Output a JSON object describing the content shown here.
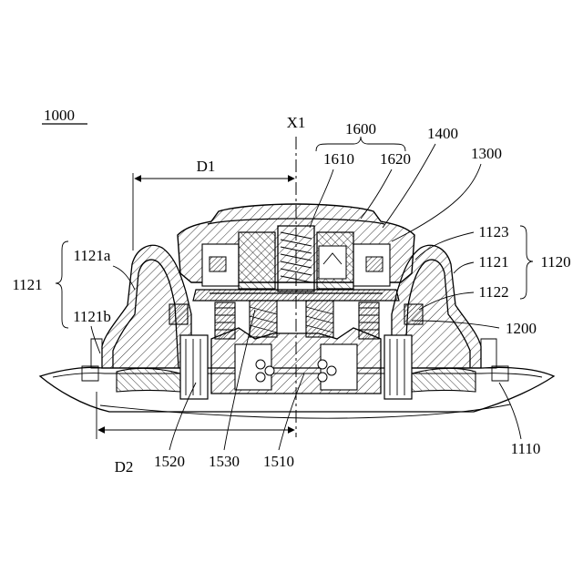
{
  "figure": {
    "assembly_ref": "1000",
    "axis_label": "X1",
    "dimensions": {
      "d1": "D1",
      "d2": "D2"
    },
    "labels": {
      "l1600": "1600",
      "l1610": "1610",
      "l1620": "1620",
      "l1400": "1400",
      "l1300": "1300",
      "l1123": "1123",
      "l1121_right": "1121",
      "l1120": "1120",
      "l1122": "1122",
      "l1200": "1200",
      "l1110": "1110",
      "l1121a": "1121a",
      "l1121_left": "1121",
      "l1121b": "1121b",
      "l1520": "1520",
      "l1530": "1530",
      "l1510": "1510"
    }
  }
}
